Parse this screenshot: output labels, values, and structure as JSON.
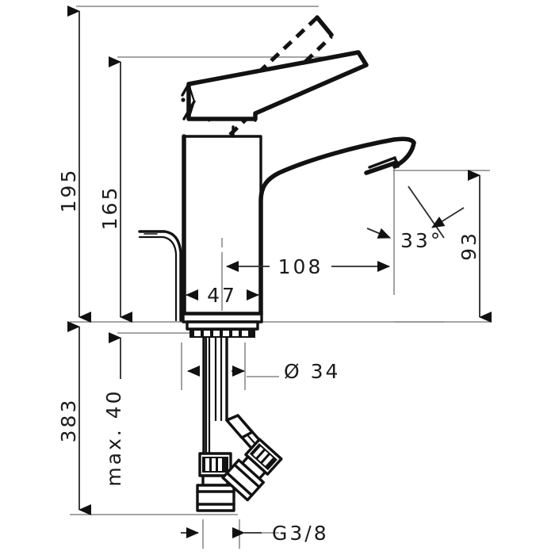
{
  "drawing": {
    "title": "Single lever basin mixer - dimensional drawing",
    "units": "mm",
    "background_color": "#ffffff",
    "line_color": "#121212",
    "dimension_line_color": "#2a2a2a",
    "extension_line_color": "#6f6f6f"
  },
  "dimensions": {
    "total_height": {
      "label": "195",
      "orientation": "vertical",
      "position": "left",
      "value": 195,
      "unit": "mm"
    },
    "spout_height": {
      "label": "165",
      "orientation": "vertical",
      "position": "left",
      "value": 165,
      "unit": "mm"
    },
    "below_deck_length": {
      "label": "383",
      "orientation": "vertical",
      "position": "left",
      "value": 383,
      "unit": "mm"
    },
    "max_deck_thickness": {
      "label": "max. 40",
      "orientation": "vertical",
      "position": "left",
      "value": 40,
      "unit": "mm"
    },
    "spout_reach": {
      "label": "108",
      "orientation": "horizontal",
      "value": 108,
      "unit": "mm"
    },
    "body_width": {
      "label": "47",
      "orientation": "horizontal",
      "value": 47,
      "unit": "mm"
    },
    "outlet_height": {
      "label": "93",
      "orientation": "vertical",
      "position": "right",
      "value": 93,
      "unit": "mm"
    },
    "aerator_angle": {
      "label": "33°",
      "orientation": "angle",
      "value": 33,
      "unit": "degrees"
    },
    "shank_diameter": {
      "label": "Ø 34",
      "orientation": "horizontal",
      "value": 34,
      "unit": "mm"
    },
    "connection_thread": {
      "label": "G3/8",
      "orientation": "horizontal",
      "value": "G3/8"
    }
  },
  "parts": {
    "lever_handle": "lever-handle",
    "lever_handle_open": "lever-handle-open-position",
    "faucet_body": "faucet-body",
    "spout": "spout",
    "aerator": "aerator",
    "pop_up_rod": "pop-up-waste-rod",
    "deck_base": "deck-mount-base",
    "threaded_shank": "threaded-shank",
    "supply_hose_left": "supply-hose-left",
    "supply_hose_right": "supply-hose-right",
    "connection_nut_left": "connection-nut-left",
    "connection_nut_right": "connection-nut-right"
  }
}
